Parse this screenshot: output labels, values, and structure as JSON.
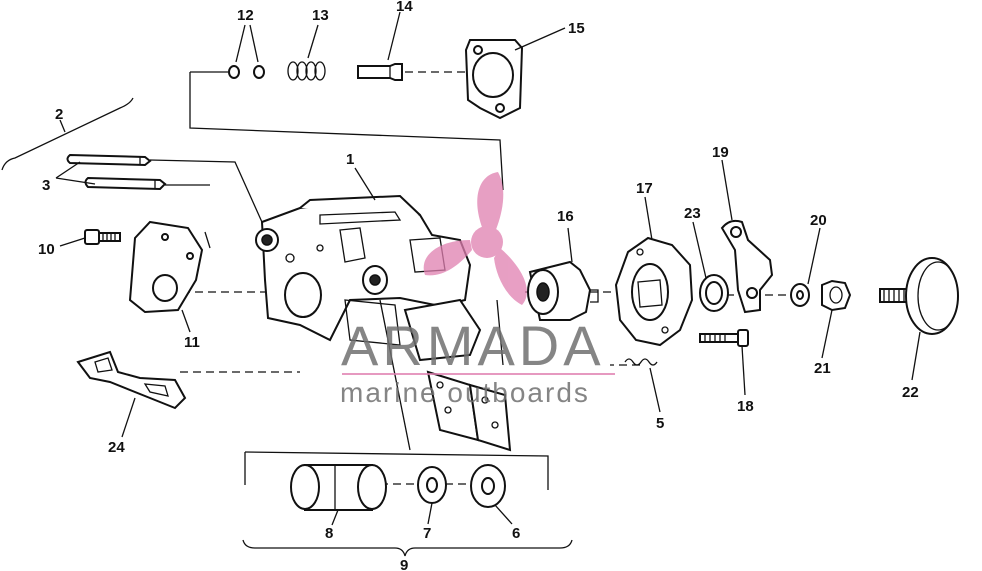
{
  "diagram": {
    "part_labels": [
      "1",
      "2",
      "3",
      "5",
      "6",
      "7",
      "8",
      "9",
      "10",
      "11",
      "12",
      "13",
      "14",
      "15",
      "16",
      "17",
      "18",
      "19",
      "20",
      "21",
      "22",
      "23",
      "24"
    ]
  },
  "watermark": {
    "title": "ARMADA",
    "subtitle": "marine outboards",
    "accent_color": "#e07fb0",
    "icon": "propeller-logo-icon"
  }
}
